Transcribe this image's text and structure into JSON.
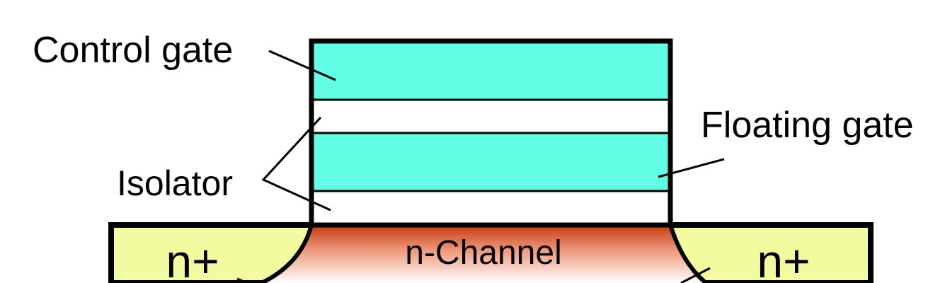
{
  "labels": {
    "control_gate": "Control gate",
    "floating_gate": "Floating gate",
    "isolator": "Isolator",
    "channel": "n-Channel",
    "source": "n+",
    "drain": "n+"
  },
  "colors": {
    "gate": "#62fde4",
    "isolator": "#ffffff",
    "doped_region": "#f3fba0",
    "channel_top": "#c33a10",
    "channel_bottom": "#ffffff",
    "outline": "#000000"
  }
}
